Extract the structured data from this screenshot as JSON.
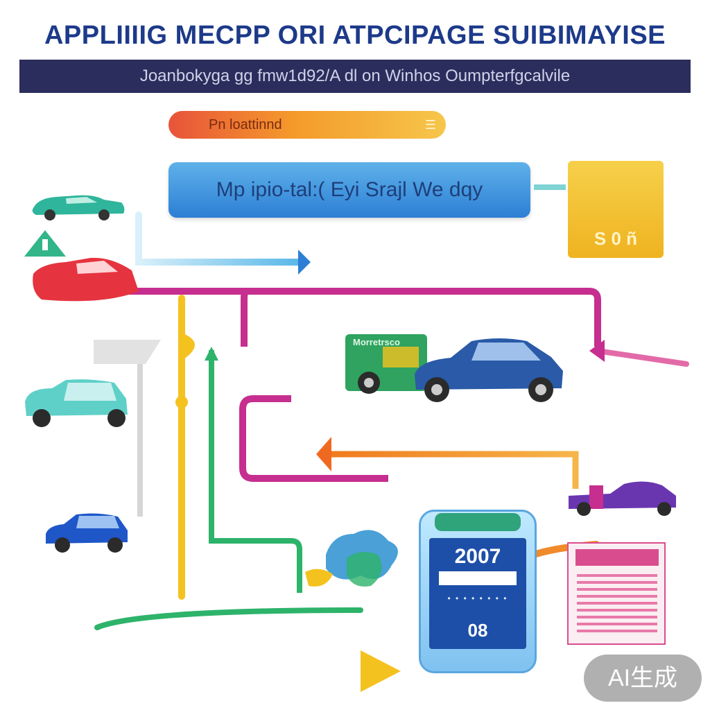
{
  "header": {
    "title": "APPLIIIIG MECPP ORI ATPCIPAGE SUIBIMAYISE",
    "subtitle": "Joanbokyga gg fmw1d92/A dl on Winhos Oumpterfgcalvile"
  },
  "banner": {
    "label": "Pn loattinnd"
  },
  "main_box": {
    "label": "Mp ipio-tal:( Eyi Srajl We dqy"
  },
  "yellow_card": {
    "label": "S 0 ñ"
  },
  "truck": {
    "label": "Morretrsco"
  },
  "device": {
    "year": "2007",
    "code": "08"
  },
  "badge": {
    "label": "AI生成"
  },
  "colors": {
    "title": "#1d3a8a",
    "subbar": "#2b2d5c",
    "magenta": "#c62e8f",
    "yellow": "#f4c21f",
    "green": "#2db36a",
    "orange": "#f29a1f",
    "blue": "#2c7fd4",
    "light_blue": "#8fd0ee"
  },
  "icons": [
    "car-green-icon",
    "warning-triangle-icon",
    "car-red-icon",
    "car-teal-icon",
    "car-blue-icon",
    "truck-icon",
    "sedan-icon",
    "pickup-icon",
    "device-icon",
    "document-icon"
  ]
}
